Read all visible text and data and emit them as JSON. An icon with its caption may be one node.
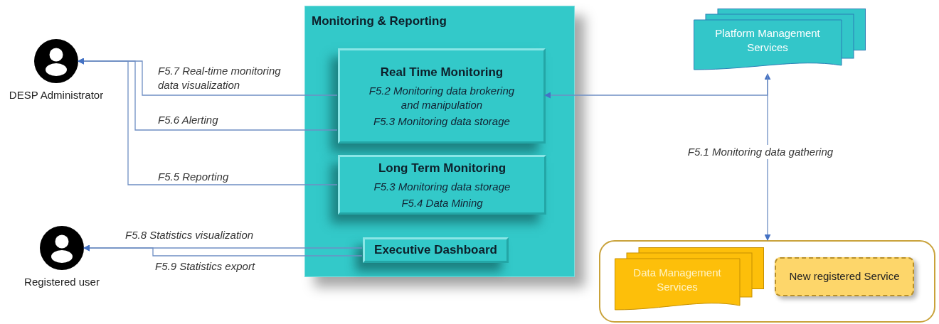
{
  "diagram": {
    "nodes": [
      {
        "text": [],
        "shape": "person",
        "beside": [
          "DESP Administrator"
        ]
      },
      {
        "text": [],
        "shape": "person",
        "beside": [
          "Registered user"
        ]
      },
      {
        "text": [
          "Monitoring & Reporting"
        ]
      },
      {
        "text": [
          "Real Time Monitoring",
          "F5.2 Monitoring data brokering and manipulation",
          "F5.3 Monitoring data storage"
        ],
        "in": 2
      },
      {
        "text": [
          "Long Term Monitoring",
          "F5.3 Monitoring data storage",
          "F5.4 Data Mining"
        ],
        "in": 2
      },
      {
        "text": [
          "Executive Dashboard"
        ],
        "in": 2
      },
      {
        "text": [
          "Platform Management Services"
        ]
      },
      {
        "text": [],
        "shape": "box"
      },
      {
        "text": [
          "Data Management Services"
        ],
        "in": 7
      },
      {
        "text": [
          "New registered Service"
        ],
        "in": 7
      }
    ],
    "edges": [
      {
        "from": 3,
        "to": 0,
        "arrow": "to",
        "label": "F5.7 Real-time monitoring data visualization"
      },
      {
        "from": 3,
        "to": 0,
        "arrow": "to",
        "label": "F5.6 Alerting"
      },
      {
        "from": 4,
        "to": 0,
        "arrow": "to",
        "label": "F5.5 Reporting"
      },
      {
        "from": 5,
        "to": 1,
        "arrow": "to",
        "label": "F5.8 Statistics visualization"
      },
      {
        "from": 5,
        "to": 1,
        "arrow": "to",
        "label": "F5.9 Statistics export"
      },
      {
        "from": 6,
        "to": 7,
        "arrow": "both",
        "label": "F5.1 Monitoring data gathering"
      },
      {
        "from": 6,
        "to": 3,
        "arrow": "to"
      }
    ]
  }
}
